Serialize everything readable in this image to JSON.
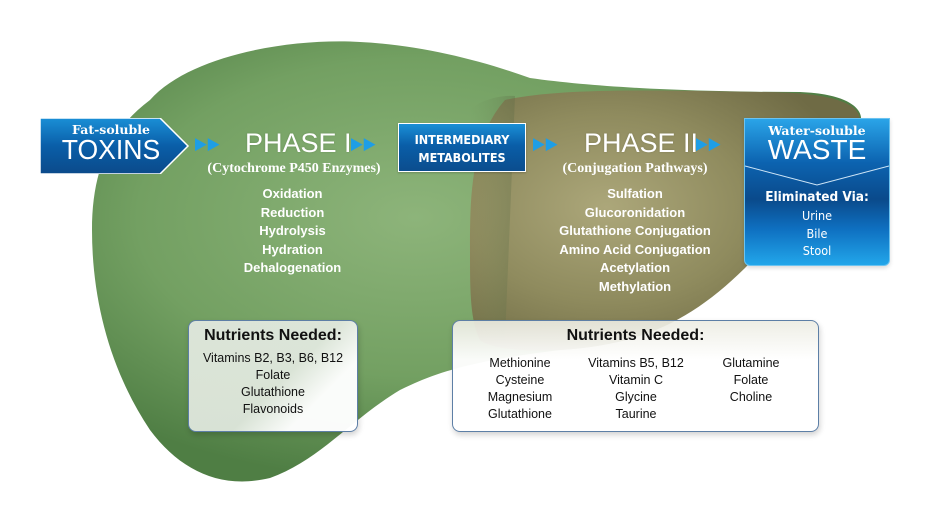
{
  "colors": {
    "liver_left_green": "#7fa86c",
    "liver_right_olive": "#9a9766",
    "blue_box": "#0b5ea8",
    "arrow_blue": "#1e9ee6",
    "nutrient_border": "#5d7fa6"
  },
  "toxins": {
    "small_label": "Fat-soluble",
    "big_label": "TOXINS"
  },
  "arrows": {
    "glyph": "▶",
    "icon": "double-triangle-arrow-icon"
  },
  "phase1": {
    "title": "PHASE I",
    "subtitle": "(Cytochrome P450 Enzymes)",
    "processes": [
      "Oxidation",
      "Reduction",
      "Hydrolysis",
      "Hydration",
      "Dehalogenation"
    ]
  },
  "intermediary": {
    "line1": "INTERMEDIARY",
    "line2": "METABOLITES"
  },
  "phase2": {
    "title": "PHASE II",
    "subtitle": "(Conjugation Pathways)",
    "processes": [
      "Sulfation",
      "Glucoronidation",
      "Glutathione Conjugation",
      "Amino Acid Conjugation",
      "Acetylation",
      "Methylation"
    ]
  },
  "waste": {
    "small_label": "Water-soluble",
    "big_label": "WASTE",
    "eliminated_label": "Eliminated Via:",
    "routes": [
      "Urine",
      "Bile",
      "Stool"
    ]
  },
  "nutrients_phase1": {
    "title": "Nutrients Needed:",
    "items": [
      "Vitamins B2, B3, B6, B12",
      "Folate",
      "Glutathione",
      "Flavonoids"
    ]
  },
  "nutrients_phase2": {
    "title": "Nutrients Needed:",
    "columns": [
      [
        "Methionine",
        "Cysteine",
        "Magnesium",
        "Glutathione"
      ],
      [
        "Vitamins B5, B12",
        "Vitamin C",
        "Glycine",
        "Taurine"
      ],
      [
        "Glutamine",
        "Folate",
        "Choline"
      ]
    ]
  }
}
